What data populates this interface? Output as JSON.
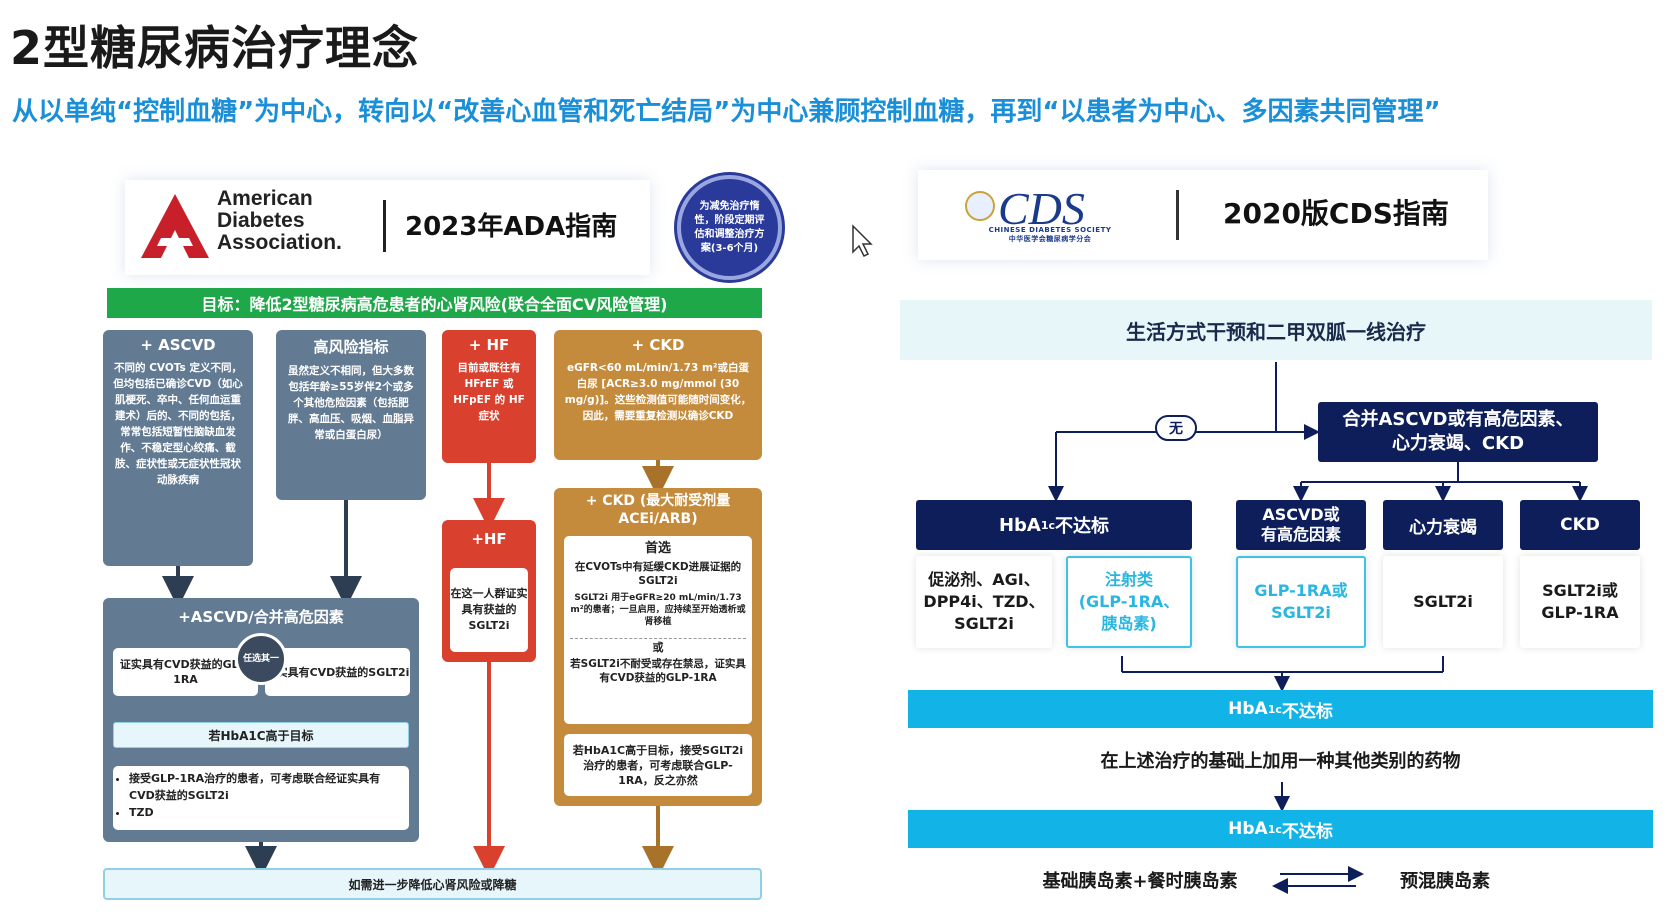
{
  "slide": {
    "title": "2型糖尿病治疗理念",
    "subtitle": "从以单纯“控制血糖”为中心，转向以“改善心血管和死亡结局”为中心兼顾控制血糖，再到“以患者为中心、多因素共同管理”"
  },
  "ada": {
    "org_name": "American\nDiabetes\nAssociation.",
    "guide": "2023年ADA指南",
    "badge": "为减免治疗惰性，阶段定期评估和调整治疗方案(3-6个月)",
    "goal": "目标：降低2型糖尿病高危患者的心肾风险(联合全面CV风险管理)",
    "ascvd": {
      "title": "+ ASCVD",
      "body": "不同的 CVOTs 定义不同，但均包括已确诊CVD（如心肌梗死、卒中、任何血运重建术）后的、不同的包括，常常包括短暂性脑缺血发作、不稳定型心绞痛、截肢、症状性或无症状性冠状动脉疾病"
    },
    "risk": {
      "title": "高风险指标",
      "body": "虽然定义不相同，但大多数包括年龄≥55岁伴2个或多个其他危险因素（包括肥胖、高血压、吸烟、血脂异常或白蛋白尿）"
    },
    "hf": {
      "title": "+ HF",
      "body": "目前或既往有HFrEF 或HFpEF 的 HF症状"
    },
    "ckd": {
      "title": "+ CKD",
      "body": "eGFR<60 mL/min/1.73 m²或白蛋白尿 [ACR≥3.0 mg/mmol (30 mg/g)]。这些检测值可能随时间变化，因此，需要重复检测以确诊CKD"
    },
    "ascvd2": {
      "title": "+ASCVD/合并高危因素",
      "glp": "证实具有CVD获益的GLP-1RA",
      "sglt": "证实具有CVD获益的SGLT2i",
      "circle": "任选其一",
      "target": "若HbA1C高于目标",
      "bullets": [
        "接受GLP-1RA治疗的患者，可考虑联合经证实具有CVD获益的SGLT2i",
        "TZD"
      ]
    },
    "hf2": {
      "title": "+HF",
      "body": "在这一人群证实具有获益的SGLT2i"
    },
    "ckd2": {
      "title": "+ CKD (最大耐受剂量ACEi/ARB)",
      "pref": "首选",
      "line1": "在CVOTs中有延缓CKD进展证据的SGLT2i",
      "small": "SGLT2i 用于eGFR≥20 mL/min/1.73 m²的患者；一旦启用，应持续至开始透析或肾移植",
      "or": "或",
      "line2": "若SGLT2i不耐受或存在禁忌，证实具有CVD获益的GLP-1RA",
      "note": "若HbA1C高于目标，接受SGLT2i治疗的患者，可考虑联合GLP-1RA，反之亦然"
    },
    "bottom": "如需进一步降低心肾风险或降糖"
  },
  "cds": {
    "logo_text": "CDS",
    "logo_sub": "CHINESE DIABETES SOCIETY",
    "logo_sub_cn": "中华医学会糖尿病学分会",
    "guide": "2020版CDS指南",
    "lifestyle": "生活方式干预和二甲双胍一线治疗",
    "none": "无",
    "ascvd_box": "合并ASCVD或有高危因素、\n心力衰竭、CKD",
    "h_hba_main": "HbA",
    "h_hba_sub": "1c",
    "h_hba_tail": "不达标",
    "h_ascvd": "ASCVD或\n有高危因素",
    "h_hf": "心力衰竭",
    "h_ckd": "CKD",
    "drug1": "促泌剂、AGI、\nDPP4i、TZD、\nSGLT2i",
    "drug2": "注射类\n(GLP-1RA、\n胰岛素)",
    "drug3": "GLP-1RA或\nSGLT2i",
    "drug4": "SGLT2i",
    "drug5": "SGLT2i或\nGLP-1RA",
    "hba_bar_main": "HbA",
    "hba_bar_sub": "1c",
    "hba_bar_tail": "不达标",
    "add_text": "在上述治疗的基础上加用一种其他类别的药物",
    "basal": "基础胰岛素+餐时胰岛素",
    "premix": "预混胰岛素"
  },
  "colors": {
    "title": "#1a1a1a",
    "subtitle": "#1a8fd8",
    "goal_green": "#1fa84a",
    "ada_gray": "#627a92",
    "ada_red": "#d9402e",
    "ada_gold": "#c48b3d",
    "cds_navy": "#0d1e5a",
    "cds_cyan": "#12b3e6"
  }
}
